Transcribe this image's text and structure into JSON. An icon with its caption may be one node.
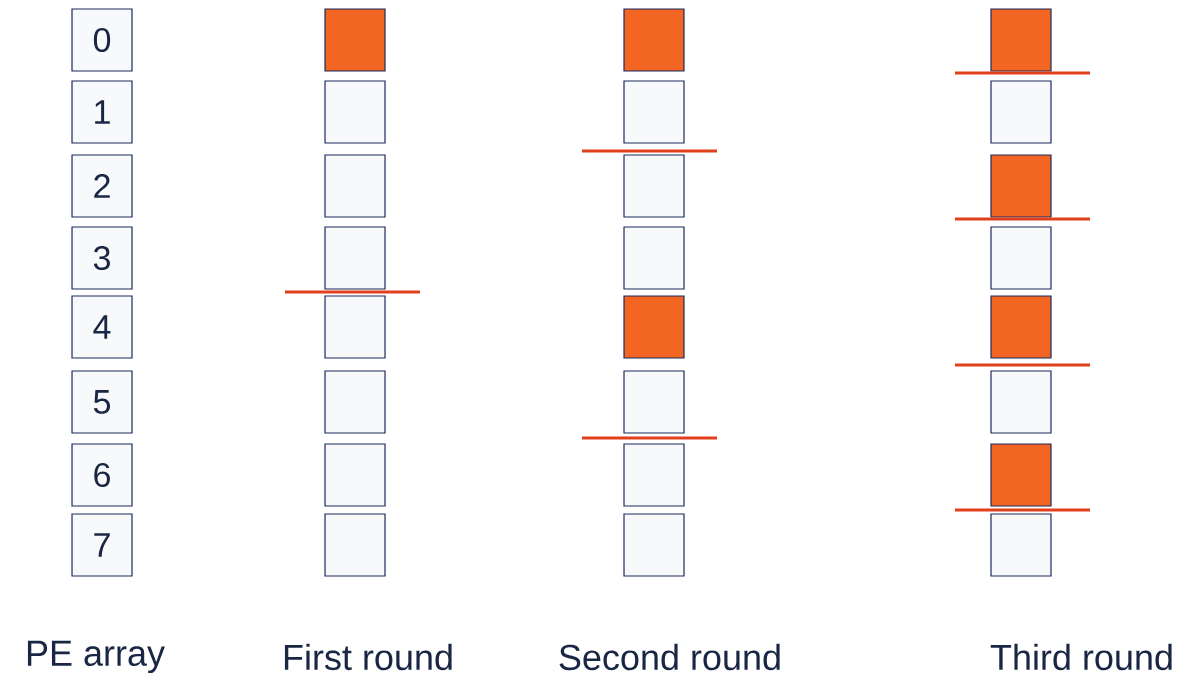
{
  "diagram": {
    "nodes": [
      {
        "text": [
          "0"
        ]
      },
      {
        "text": [
          "1"
        ]
      },
      {
        "text": [
          "2"
        ]
      },
      {
        "text": [
          "3"
        ]
      },
      {
        "text": [
          "4"
        ]
      },
      {
        "text": [
          "5"
        ]
      },
      {
        "text": [
          "6"
        ]
      },
      {
        "text": [
          "7"
        ]
      },
      {
        "text": [],
        "shape": "box"
      },
      {
        "text": [],
        "shape": "box"
      },
      {
        "text": [],
        "shape": "box"
      },
      {
        "text": [],
        "shape": "box"
      },
      {
        "text": [],
        "shape": "box"
      },
      {
        "text": [],
        "shape": "box"
      },
      {
        "text": [],
        "shape": "box"
      },
      {
        "text": [],
        "shape": "box"
      },
      {
        "text": [],
        "shape": "box"
      },
      {
        "text": [],
        "shape": "box"
      },
      {
        "text": [],
        "shape": "box"
      },
      {
        "text": [],
        "shape": "box"
      },
      {
        "text": [],
        "shape": "box"
      },
      {
        "text": [],
        "shape": "box"
      },
      {
        "text": [],
        "shape": "box"
      },
      {
        "text": [],
        "shape": "box"
      },
      {
        "text": [],
        "shape": "box"
      },
      {
        "text": [],
        "shape": "box"
      },
      {
        "text": [],
        "shape": "box"
      },
      {
        "text": [],
        "shape": "box"
      },
      {
        "text": [],
        "shape": "box"
      },
      {
        "text": [],
        "shape": "box"
      },
      {
        "text": [],
        "shape": "box"
      },
      {
        "text": [],
        "shape": "box"
      }
    ],
    "labels": [
      "PE array",
      "First round",
      "Second round",
      "Third round"
    ]
  }
}
